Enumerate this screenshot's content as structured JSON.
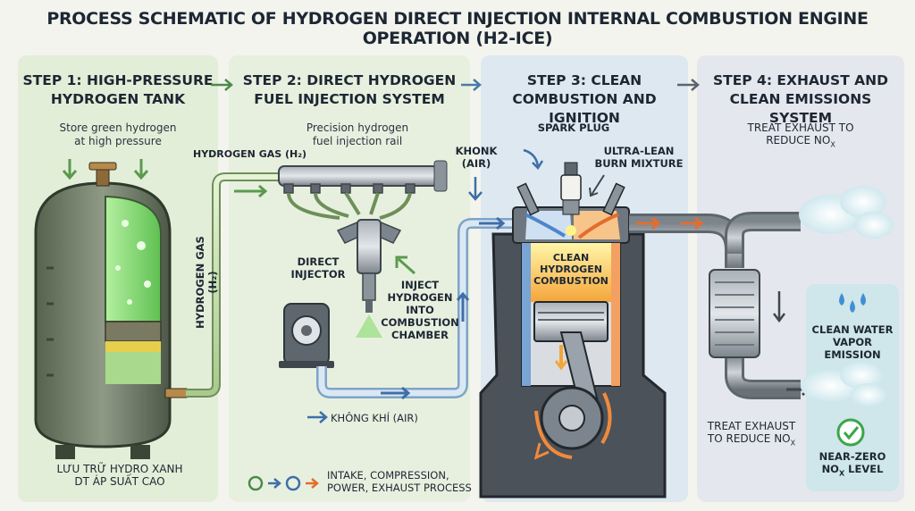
{
  "title": "PROCESS SCHEMATIC OF HYDROGEN DIRECT INJECTION INTERNAL COMBUSTION ENGINE OPERATION (H2-ICE)",
  "steps": [
    {
      "line1": "STEP 1: HIGH-PRESSURE",
      "line2": "HYDROGEN TANK"
    },
    {
      "line1": "STEP 2: DIRECT HYDROGEN",
      "line2": "FUEL INJECTION SYSTEM"
    },
    {
      "line1": "STEP 3: CLEAN",
      "line2": "COMBUSTION AND IGNITION"
    },
    {
      "line1": "STEP 4: EXHAUST AND",
      "line2": "CLEAN EMISSIONS SYSTEM"
    }
  ],
  "tank": {
    "note1": "Store green hydrogen",
    "note2": "at high pressure",
    "bottom1": "LƯU TRỮ HYDRO XANH",
    "bottom2": "DT ÁP SUẤT CAO",
    "vertical_label": "HYDROGEN GAS (H₂)"
  },
  "injection": {
    "gas_label": "HYDROGEN GAS (H₂)",
    "rail1": "Precision hydrogen",
    "rail2": "fuel injection rail",
    "injector1": "DIRECT",
    "injector2": "INJECTOR",
    "inject1": "INJECT",
    "inject2": "HYDROGEN",
    "inject3": "INTO",
    "inject4": "COMBUSTION",
    "inject5": "CHAMBER",
    "air_label": "KHÔNG KHÍ (AIR)",
    "process1": "INTAKE, COMPRESSION,",
    "process2": "POWER, EXHAUST PROCESS"
  },
  "combustion": {
    "khonk1": "KHONK",
    "khonk2": "(AIR)",
    "spark": "SPARK PLUG",
    "lean1": "ULTRA-LEAN",
    "lean2": "BURN MIXTURE",
    "clean1": "CLEAN",
    "clean2": "HYDROGEN",
    "clean3": "COMBUSTION"
  },
  "exhaust": {
    "treat1": "TREAT EXHAUST TO",
    "treat2": "REDUCE NO",
    "treat_sub": "X",
    "treat3": "TREAT EXHAUST",
    "treat4": "TO REDUCE NO",
    "treat4_sub": "X",
    "water1": "CLEAN WATER",
    "water2": "VAPOR EMISSION",
    "zero1": "NEAR-ZERO",
    "zero2": "NO",
    "zero2_sub": "X",
    "zero3": " LEVEL"
  },
  "colors": {
    "hydrogen_green": "#7ecf6a",
    "air_blue": "#5b8fd0",
    "flame_orange": "#f08a3c",
    "metal_gray": "#6e7780"
  }
}
